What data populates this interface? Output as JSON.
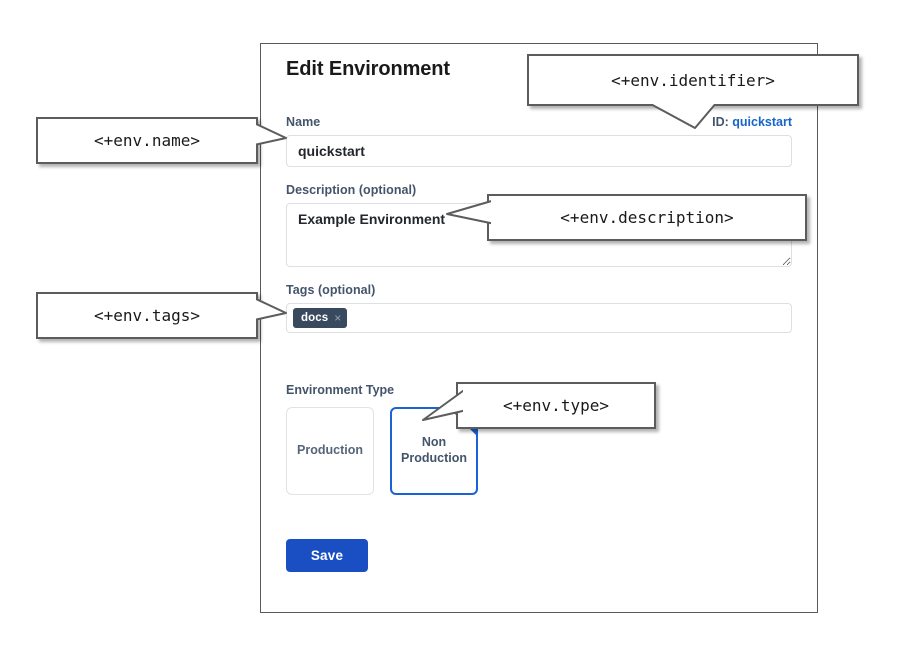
{
  "panel": {
    "title": "Edit Environment",
    "fields": {
      "name": {
        "label": "Name",
        "value": "quickstart",
        "placeholder": "Name"
      },
      "identifier": {
        "prefix": "ID:",
        "value": "quickstart"
      },
      "description": {
        "label": "Description (optional)",
        "value": "Example Environment",
        "placeholder": "Description"
      },
      "tags": {
        "label": "Tags (optional)",
        "chips": [
          {
            "label": "docs",
            "remove_icon": "×"
          }
        ]
      },
      "environment_type": {
        "label": "Environment Type",
        "options": [
          {
            "label": "Production",
            "selected": false
          },
          {
            "label": "Non\nProduction",
            "line1": "Non",
            "line2": "Production",
            "selected": true
          }
        ]
      }
    },
    "actions": {
      "save_label": "Save"
    }
  },
  "callouts": [
    {
      "id": "name",
      "text": "<+env.name>"
    },
    {
      "id": "identifier",
      "text": "<+env.identifier>"
    },
    {
      "id": "description",
      "text": "<+env.description>"
    },
    {
      "id": "tags",
      "text": "<+env.tags>"
    },
    {
      "id": "type",
      "text": "<+env.type>"
    }
  ],
  "colors": {
    "accent_blue": "#1a4fc4",
    "link_blue": "#1765cc",
    "selected_border": "#1a62d6",
    "label_slate": "#44546b",
    "chip_bg": "#3a4a5e",
    "panel_border": "#5a5a5a",
    "callout_border": "#5c5c5c"
  }
}
